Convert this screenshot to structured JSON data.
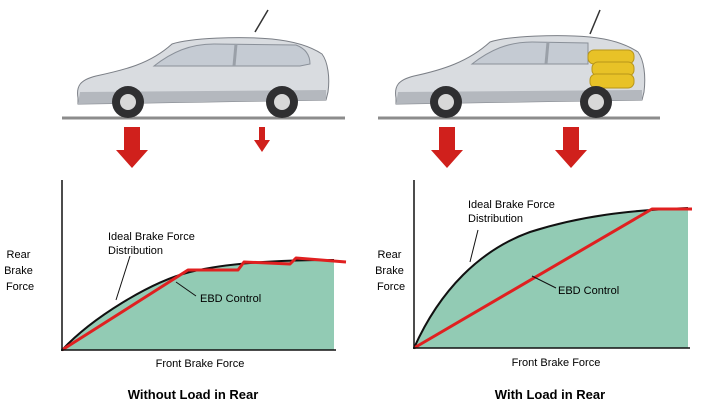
{
  "colors": {
    "ground": "#8c8c8c",
    "car_body": "#d9dce0",
    "car_shade": "#b4b8be",
    "glass": "#c5cbd3",
    "tire": "#2f2f31",
    "rim": "#d8d8d8",
    "arrow": "#d0201c",
    "area_fill": "#92cbb4",
    "ideal_curve": "#111111",
    "ebd_line": "#e02020",
    "load": "#e8c227"
  },
  "left_panel": {
    "axis_y_label_lines": [
      "Rear",
      "Brake",
      "Force"
    ],
    "axis_x_label": "Front Brake Force",
    "ideal_label_lines": [
      "Ideal Brake Force",
      "Distribution"
    ],
    "ebd_label": "EBD Control",
    "caption": "Without Load in Rear",
    "front_arrow": "large",
    "rear_arrow": "small",
    "has_load": false
  },
  "right_panel": {
    "axis_y_label_lines": [
      "Rear",
      "Brake",
      "Force"
    ],
    "axis_x_label": "Front Brake Force",
    "ideal_label_lines": [
      "Ideal Brake Force",
      "Distribution"
    ],
    "ebd_label": "EBD Control",
    "caption": "With Load in Rear",
    "front_arrow": "large",
    "rear_arrow": "large",
    "has_load": true
  }
}
